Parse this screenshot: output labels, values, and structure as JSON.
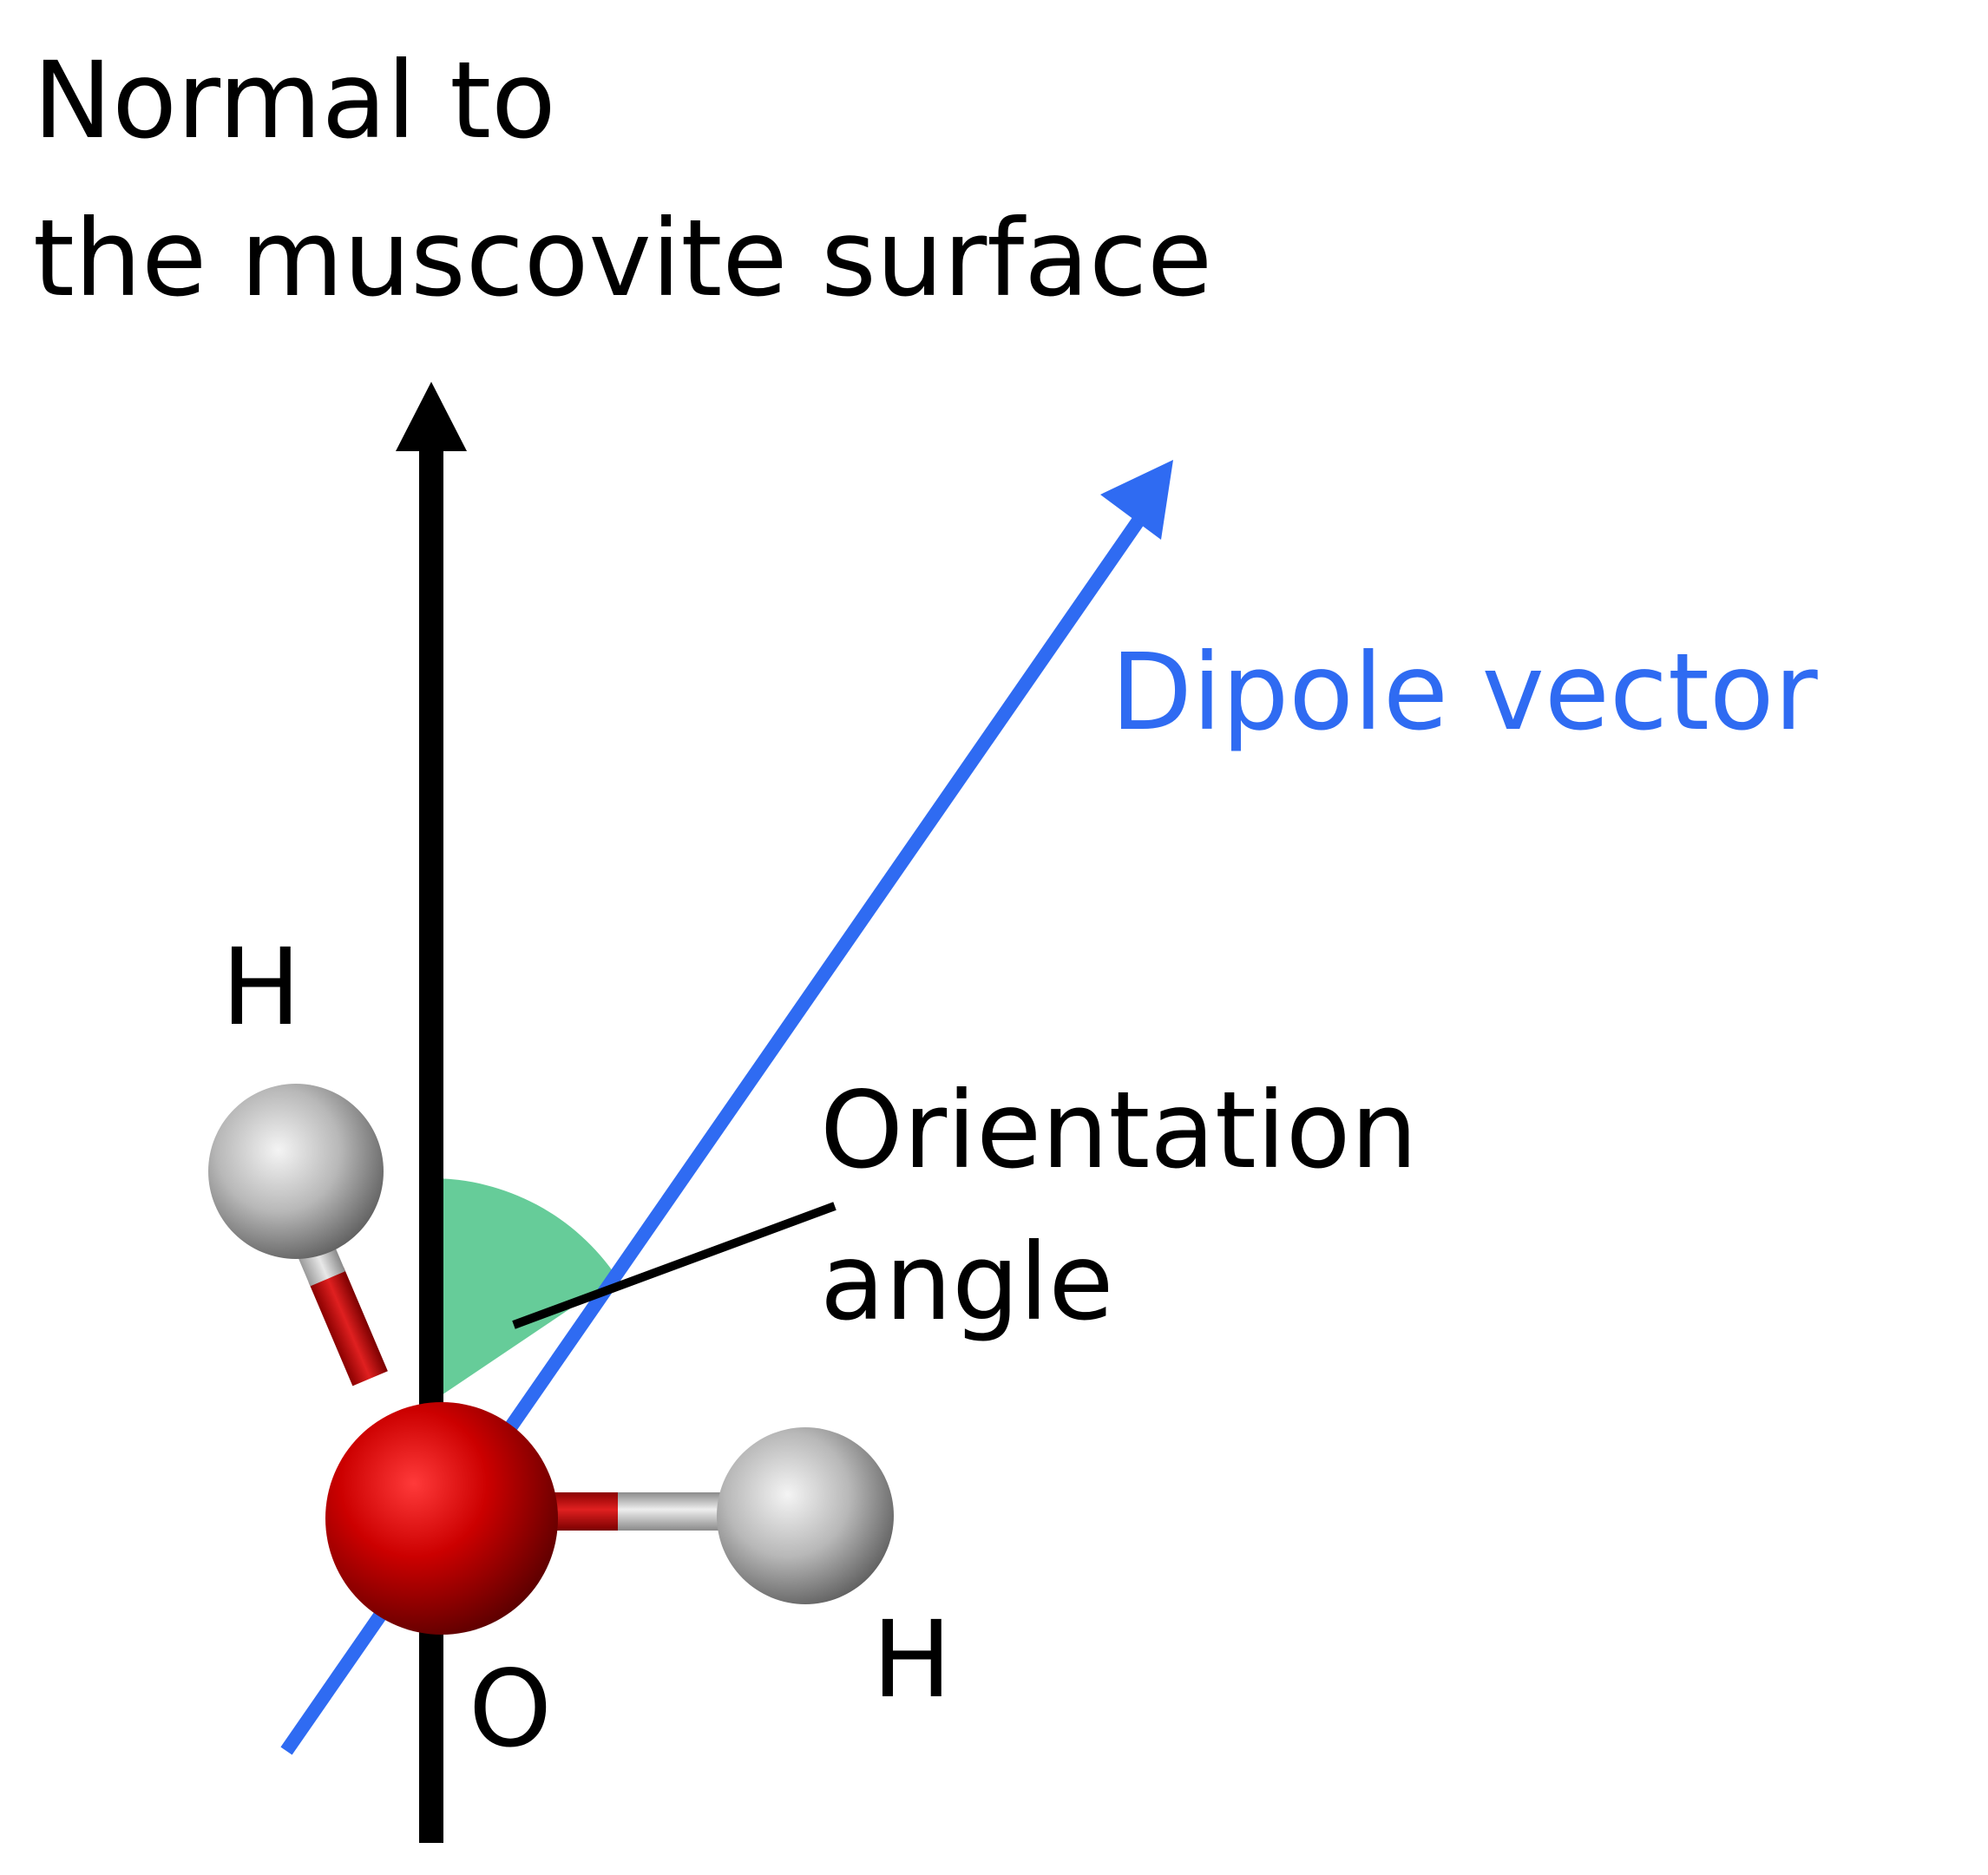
{
  "labels": {
    "normal_line1": "Normal to",
    "normal_line2": "the muscovite surface",
    "dipole": "Dipole vector",
    "orientation_line1": "Orientation",
    "orientation_line2": "angle",
    "hydrogen_top": "H",
    "hydrogen_right": "H",
    "oxygen": "O"
  },
  "colors": {
    "normal_axis": "#000000",
    "dipole_vector": "#2f6bf2",
    "angle_wedge": "#66cc99",
    "oxygen": "#d00000",
    "hydrogen": "#cfcfcf",
    "bond_oxygen_side": "#c00000",
    "bond_hydrogen_side": "#bfbfbf",
    "label_text": "#000000",
    "dipole_text": "#2f6bf2"
  }
}
